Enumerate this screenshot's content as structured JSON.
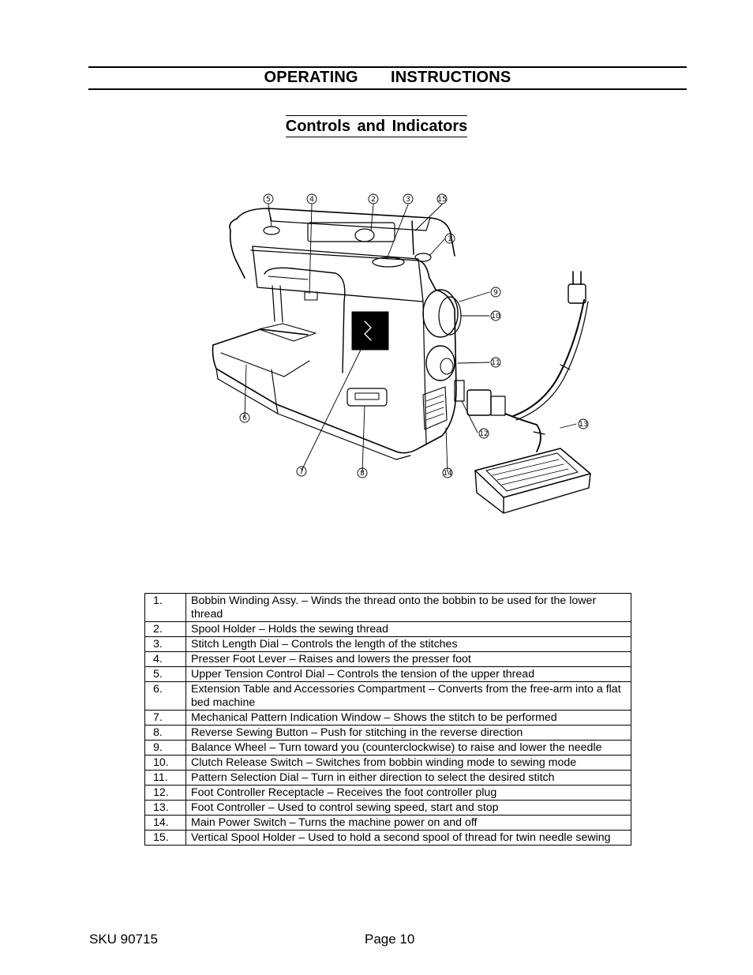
{
  "header": {
    "section_title": "OPERATING   INSTRUCTIONS",
    "subsection_title": "Controls and Indicators"
  },
  "diagram": {
    "callouts": [
      "5",
      "4",
      "2",
      "3",
      "15",
      "1",
      "9",
      "10",
      "11",
      "12",
      "13",
      "6",
      "7",
      "8",
      "14"
    ]
  },
  "parts": [
    {
      "num": "1.",
      "desc": "Bobbin Winding Assy. – Winds the thread onto the bobbin to be used for the lower thread"
    },
    {
      "num": "2.",
      "desc": "Spool Holder – Holds the sewing thread"
    },
    {
      "num": "3.",
      "desc": "Stitch Length Dial – Controls the length of the stitches"
    },
    {
      "num": "4.",
      "desc": "Presser Foot Lever – Raises and lowers the presser foot"
    },
    {
      "num": "5.",
      "desc": "Upper Tension Control Dial – Controls the tension of the upper thread"
    },
    {
      "num": "6.",
      "desc": "Extension Table and Accessories Compartment – Converts from the free-arm into a flat bed machine"
    },
    {
      "num": "7.",
      "desc": "Mechanical Pattern Indication Window – Shows the stitch to be performed"
    },
    {
      "num": "8.",
      "desc": "Reverse Sewing Button – Push for stitching in the reverse direction"
    },
    {
      "num": "9.",
      "desc": "Balance Wheel – Turn toward you (counterclockwise) to raise and lower the needle"
    },
    {
      "num": "10.",
      "desc": "Clutch Release Switch – Switches from bobbin winding mode to sewing mode"
    },
    {
      "num": "11.",
      "desc": "Pattern Selection Dial – Turn in either direction to select the desired stitch"
    },
    {
      "num": "12.",
      "desc": "Foot Controller Receptacle – Receives the foot controller plug"
    },
    {
      "num": "13.",
      "desc": "Foot Controller – Used to control sewing speed, start and stop"
    },
    {
      "num": "14.",
      "desc": "Main Power Switch – Turns the machine power on and off"
    },
    {
      "num": "15.",
      "desc": "Vertical Spool Holder – Used to hold a second spool of thread for twin needle sewing"
    }
  ],
  "footer": {
    "sku": "SKU 90715",
    "page": "Page 10"
  }
}
